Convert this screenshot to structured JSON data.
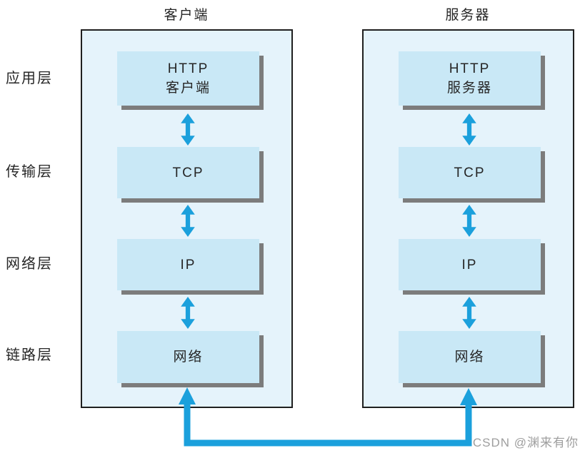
{
  "colors": {
    "accent": "#1BA0DC",
    "container_fill": "#E5F3FB",
    "box_fill": "#C9E8F6",
    "box_shadow": "#7C7C7C",
    "border": "#1F1F1F",
    "text": "#262626",
    "watermark": "#9E9E9E"
  },
  "diagram": {
    "layers": [
      {
        "label": "应用层"
      },
      {
        "label": "传输层"
      },
      {
        "label": "网络层"
      },
      {
        "label": "链路层"
      }
    ],
    "columns": [
      {
        "title": "客户端",
        "boxes": [
          {
            "label": "HTTP\n客户端"
          },
          {
            "label": "TCP"
          },
          {
            "label": "IP"
          },
          {
            "label": "网络"
          }
        ]
      },
      {
        "title": "服务器",
        "boxes": [
          {
            "label": "HTTP\n服务器"
          },
          {
            "label": "TCP"
          },
          {
            "label": "IP"
          },
          {
            "label": "网络"
          }
        ]
      }
    ]
  },
  "watermark": {
    "text": "CSDN @渊来有你"
  }
}
